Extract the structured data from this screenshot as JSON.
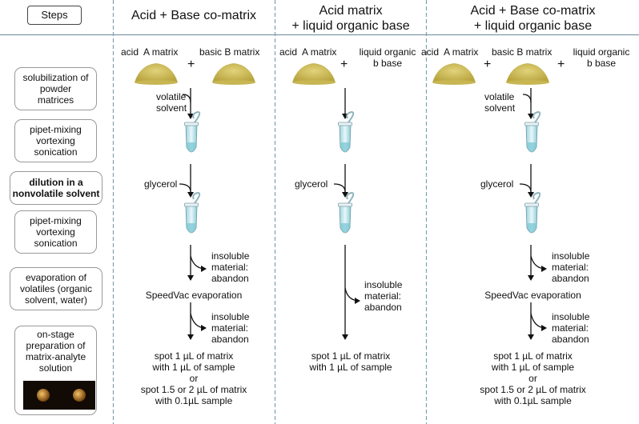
{
  "steps_label": "Steps",
  "headers": {
    "col1": "Acid + Base co-matrix",
    "col2_line1": "Acid matrix",
    "col2_line2": "+ liquid organic base",
    "col3_line1": "Acid + Base co-matrix",
    "col3_line2": "+ liquid organic base"
  },
  "steps": [
    {
      "l1": "solubilization of",
      "l2": "powder",
      "l3": "matrices"
    },
    {
      "l1": "pipet-mixing",
      "l2": "vortexing",
      "l3": "sonication"
    },
    {
      "l1": "dilution in a",
      "l2": "nonvolatile solvent"
    },
    {
      "l1": "pipet-mixing",
      "l2": "vortexing",
      "l3": "sonication"
    },
    {
      "l1": "evaporation of",
      "l2": "volatiles (organic",
      "l3": "solvent, water)"
    },
    {
      "l1": "on-stage",
      "l2": "preparation of",
      "l3": "matrix-analyte",
      "l4": "solution"
    }
  ],
  "labels": {
    "acid_a_matrix": "acid  A matrix",
    "basic_b_matrix": "basic B matrix",
    "plus": "+",
    "liquid_organic": "liquid organic",
    "b_base": "b base",
    "volatile": "volatile",
    "solvent": "solvent",
    "glycerol": "glycerol",
    "insoluble": "insoluble",
    "material": "material:",
    "abandon": "abandon",
    "speedvac": "SpeedVac evaporation"
  },
  "spot_long": {
    "l1": "spot 1 µL of matrix",
    "l2": "with 1 µL of sample",
    "l3": "or",
    "l4": "spot 1.5 or 2 µL of matrix",
    "l5": "with 0.1µL sample"
  },
  "spot_short": {
    "l1": "spot 1 µL of matrix",
    "l2": "with 1 µL of sample"
  },
  "colors": {
    "divider": "#7fa0b0",
    "box_border": "#9a9a9a",
    "powder": "#cdbb55",
    "tube": "#bfe4ea"
  }
}
